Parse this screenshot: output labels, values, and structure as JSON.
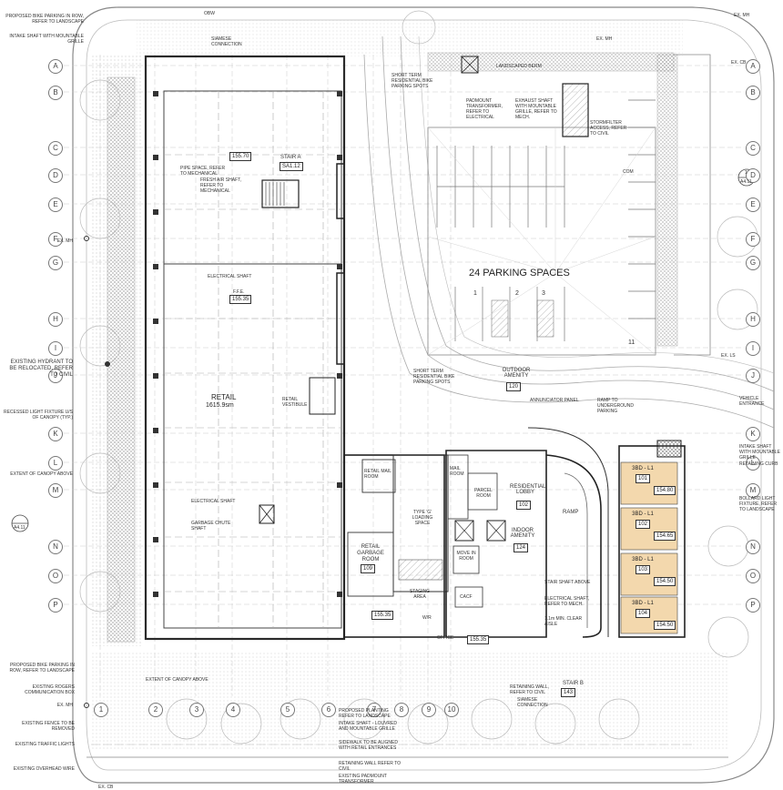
{
  "parking": {
    "label": "24 PARKING SPACES",
    "stall_numbers": [
      "1",
      "2",
      "3",
      "11"
    ]
  },
  "retail": {
    "name": "RETAIL",
    "area": "1615.9sm",
    "ffe": "155.35",
    "vestibule": "RETAIL VESTIBULE"
  },
  "stair_a": {
    "name": "STAIR A",
    "tag": "SA1.12",
    "ffe": "155.70"
  },
  "stair_b": {
    "name": "STAIR B",
    "tag": "143"
  },
  "outdoor_amenity": {
    "name": "OUTDOOR AMENITY",
    "tag": "120"
  },
  "residential_lobby": {
    "name": "RESIDENTIAL LOBBY",
    "tag": "102"
  },
  "indoor_amenity": {
    "name": "INDOOR AMENITY",
    "tag": "124"
  },
  "parcel_room": {
    "name": "PARCEL ROOM"
  },
  "mail_room": {
    "name": "MAIL ROOM"
  },
  "retail_mail_room": {
    "name": "RETAIL MAIL ROOM"
  },
  "loading": {
    "name": "TYPE 'G' LOADING SPACE"
  },
  "garbage": {
    "name": "RETAIL GARBAGE ROOM",
    "tag": "109"
  },
  "staging": {
    "name": "STAGING AREA"
  },
  "move_in": {
    "name": "MOVE IN ROOM"
  },
  "office": {
    "name": "OFFICE"
  },
  "cacf": {
    "name": "CACF"
  },
  "wr": {
    "name": "W/R"
  },
  "ramp": {
    "name": "RAMP"
  },
  "ffe_labels": {
    "ffe_word": "F.F.E.",
    "retail_ffe": "155.35",
    "lower_ffe": "155.35",
    "office_ffe": "155.35"
  },
  "units": [
    {
      "type": "3BD - L1",
      "tag": "101",
      "ffe": "154.80"
    },
    {
      "type": "3BD - L1",
      "tag": "102",
      "ffe": "154.65"
    },
    {
      "type": "3BD - L1",
      "tag": "103",
      "ffe": "154.50"
    },
    {
      "type": "3BD - L1",
      "tag": "104",
      "ffe": "154.50"
    }
  ],
  "grid_rows": [
    "A",
    "B",
    "C",
    "D",
    "E",
    "F",
    "G",
    "H",
    "I",
    "J",
    "K",
    "L",
    "M",
    "N",
    "O",
    "P"
  ],
  "grid_cols": [
    "1",
    "2",
    "3",
    "4",
    "5",
    "6",
    "7",
    "8",
    "9",
    "10"
  ],
  "section_marks": [
    "1",
    "A4.11",
    "A4.11"
  ],
  "left_notes": [
    "PROPOSED BIKE PARKING IN ROW, REFER TO LANDSCAPE",
    "INTAKE SHAFT WITH MOUNTABLE GRILLE",
    "EX. MH",
    "EXISTING HYDRANT TO BE RELOCATED, REFER TO CIVIL",
    "RECESSED LIGHT FIXTURE U/S OF CANOPY (TYP.)",
    "EXTENT OF CANOPY ABOVE",
    "PROPOSED BIKE PARKING IN ROW, REFER TO LANDSCAPE",
    "EXISTING ROGERS COMMUNICATION BOX",
    "EX. MH",
    "EXISTING FENCE TO BE REMOVED",
    "EXISTING TRAFFIC LIGHTS",
    "EXISTING OVERHEAD WIRE"
  ],
  "right_notes": [
    "VEHICLE ENTRANCE",
    "INTAKE SHAFT WITH MOUNTABLE GRILLE",
    "RETAINING CURB",
    "BOLLARD LIGHT FIXTURE, REFER TO LANDSCAPE"
  ],
  "top_notes": [
    "PADMOUNT TRANSFORMER, REFER TO ELECTRICAL",
    "EXHAUST SHAFT WITH MOUNTABLE GRILLE, REFER TO MECH.",
    "STORMFILTER ACCESS, REFER TO CIVIL",
    "LANDSCAPED BERM",
    "SIAMESE CONNECTION",
    "SHORT TERM RESIDENTIAL BIKE PARKING SPOTS"
  ],
  "interior_notes": [
    "ELECTRICAL SHAFT",
    "PIPE SPACE, REFER TO MECHANICAL",
    "FRESH AIR SHAFT, REFER TO MECHANICAL",
    "ELECTRICAL SHAFT",
    "GARBAGE CHUTE SHAFT",
    "ANNUNCIATOR PANEL",
    "RAMP TO UNDERGROUND PARKING",
    "SHORT TERM RESIDENTIAL BIKE PARKING SPOTS",
    "STAIR SHAFT ABOVE",
    "ELECTRICAL SHAFT, REFER TO MECH.",
    "1.1m MIN. CLEAR AISLE"
  ],
  "bottom_notes": [
    "EXTENT OF CANOPY ABOVE",
    "PROPOSED PLANTING REFER TO LANDSCAPE",
    "INTAKE SHAFT - LOUVRED AND MOUNTABLE GRILLE",
    "SIDEWALK TO BE ALIGNED WITH RETAIL ENTRANCES",
    "RETAINING WALL REFER TO CIVIL",
    "EXISTING PADMOUNT TRANSFORMER",
    "RETAINING WALL, REFER TO CIVIL",
    "SIAMESE CONNECTION"
  ],
  "site_marks": [
    "EX. LS",
    "EX. MH",
    "EX. CB",
    "EX. MH",
    "EX. CB",
    "OBW",
    "COM"
  ],
  "colors": {
    "unit_fill": "#f3d8ad",
    "line": "#2a2a2a",
    "grey": "#9a9a9a",
    "light": "#c9c9c9"
  }
}
